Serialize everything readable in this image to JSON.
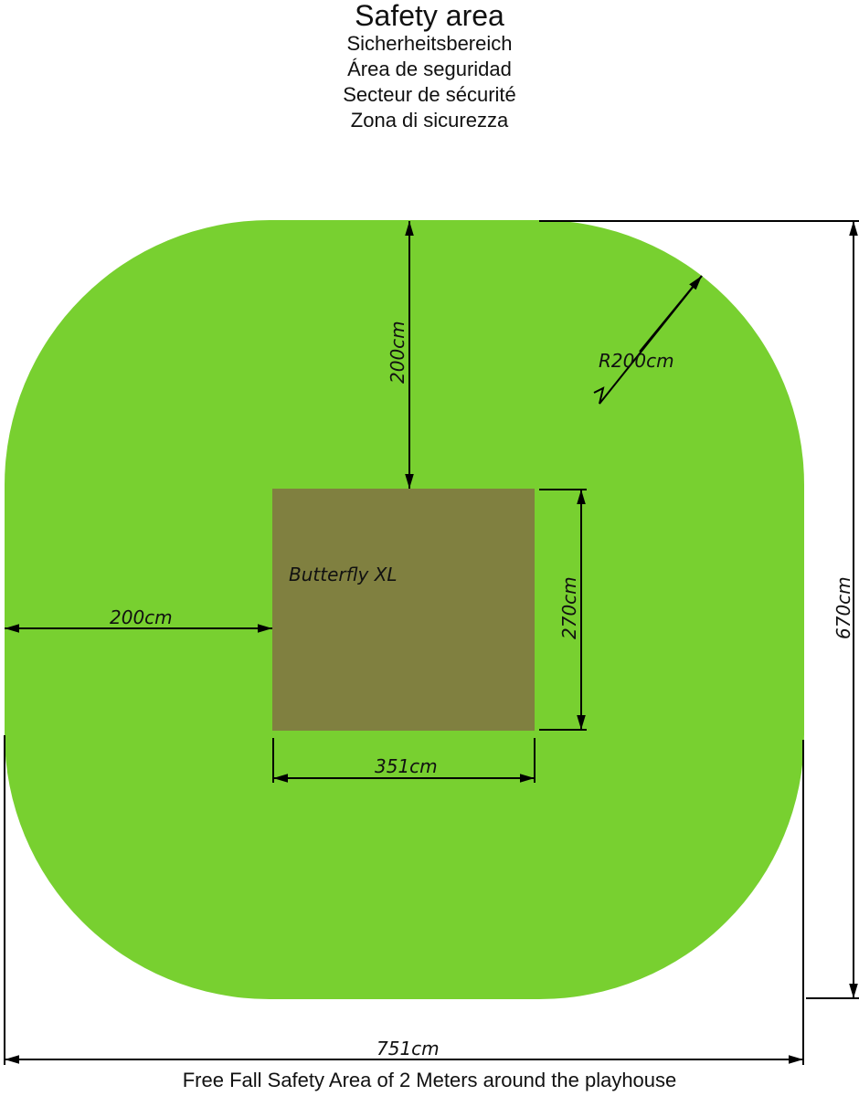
{
  "title": "Safety area",
  "translations": [
    "Sicherheitsbereich",
    "Área de seguridad",
    "Secteur de sécurité",
    "Zona di sicurezza"
  ],
  "product_label": "Butterfly XL",
  "dimensions": {
    "top_clearance": "200cm",
    "left_clearance": "200cm",
    "radius": "R200cm",
    "product_depth": "270cm",
    "product_width": "351cm",
    "total_height": "670cm",
    "total_width": "751cm"
  },
  "footer": "Free Fall Safety Area of 2 Meters around the playhouse",
  "colors": {
    "safety_area": "#78d030",
    "playhouse": "#808040"
  }
}
